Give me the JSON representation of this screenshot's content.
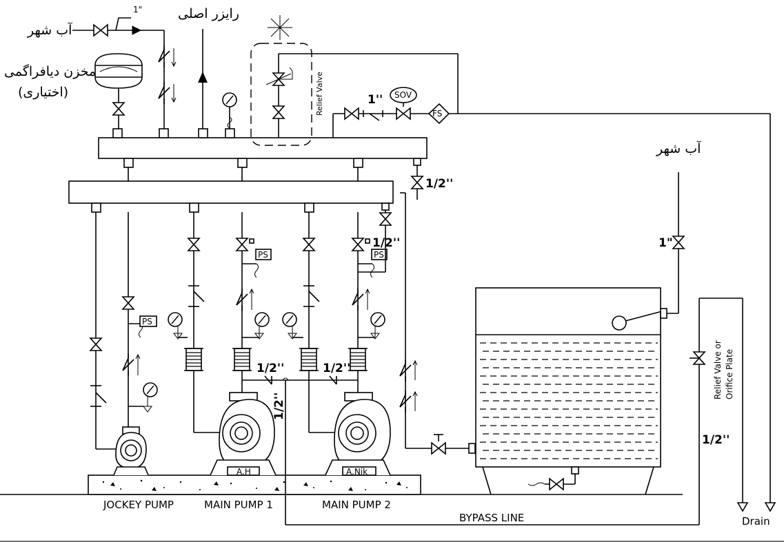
{
  "labels": {
    "city_water_top": "آب شهر",
    "city_water_right": "آب شهر",
    "main_riser": "رایزر اصلی",
    "diaphragm_tank_line1": "مخزن دیافراگمی",
    "diaphragm_tank_line2": "(اختیاری)",
    "relief_valve_top": "Relief Valve",
    "relief_valve_side_line1": "Relief Valve or",
    "relief_valve_side_line2": "Orifice Plate",
    "jockey_pump": "JOCKEY PUMP",
    "main_pump_1": "MAIN PUMP 1",
    "main_pump_2": "MAIN PUMP 2",
    "bypass_line": "BYPASS LINE",
    "drain": "Drain",
    "pump1_tag": "A.H",
    "pump2_tag": "A.Nik",
    "sov": "SOV",
    "fs": "FS",
    "ps": "PS"
  },
  "sizes": {
    "inlet": "1\"",
    "test_line": "1''",
    "half_header": "1/2''",
    "half_jockey": "1/2''",
    "half_pump1": "1/2''",
    "half_pump2": "1/2''",
    "half_bypass": "1/2''",
    "half_relief": "1/2''",
    "tank_fill": "1\""
  }
}
